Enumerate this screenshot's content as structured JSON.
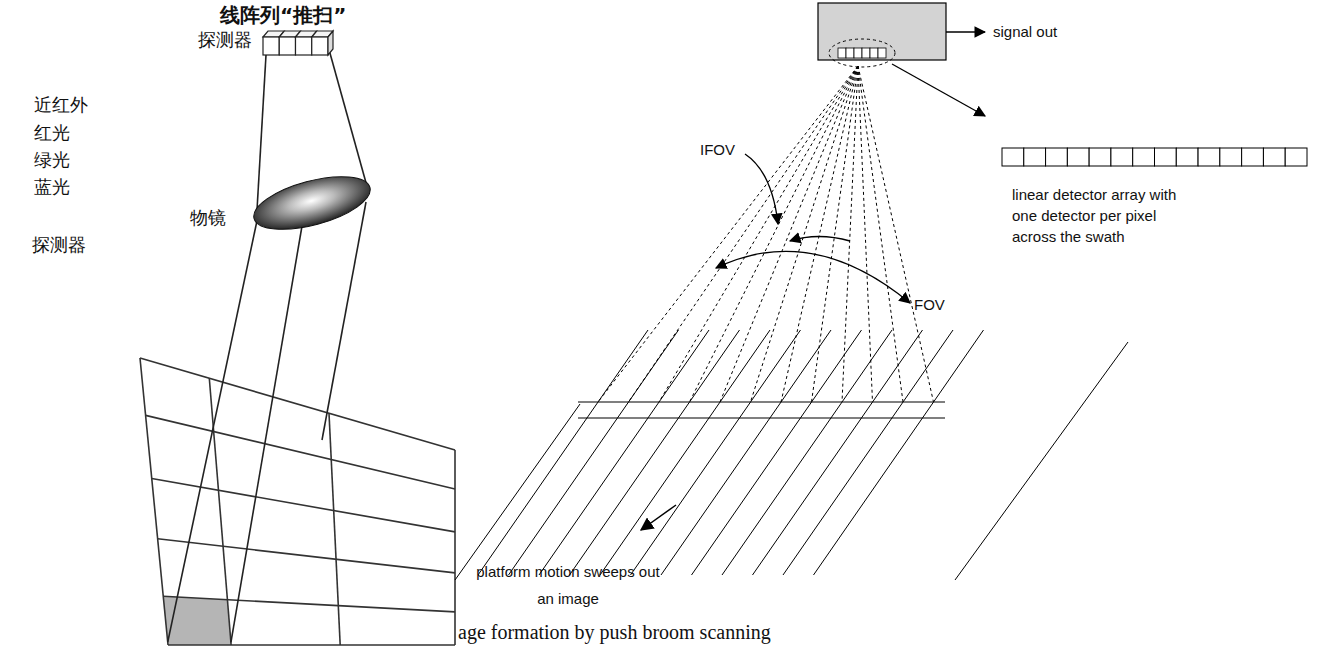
{
  "diagram": {
    "title": "线阵列“推扫”",
    "caption": "age formation by push broom scanning",
    "labels": [
      "探测器",
      "近红外",
      "红光",
      "绿光",
      "蓝光",
      "探测器",
      "物镜",
      "signal out",
      "linear detector array with one detector per pixel across the swath",
      "IFOV",
      "FOV",
      "platform motion sweeps out an image"
    ]
  }
}
